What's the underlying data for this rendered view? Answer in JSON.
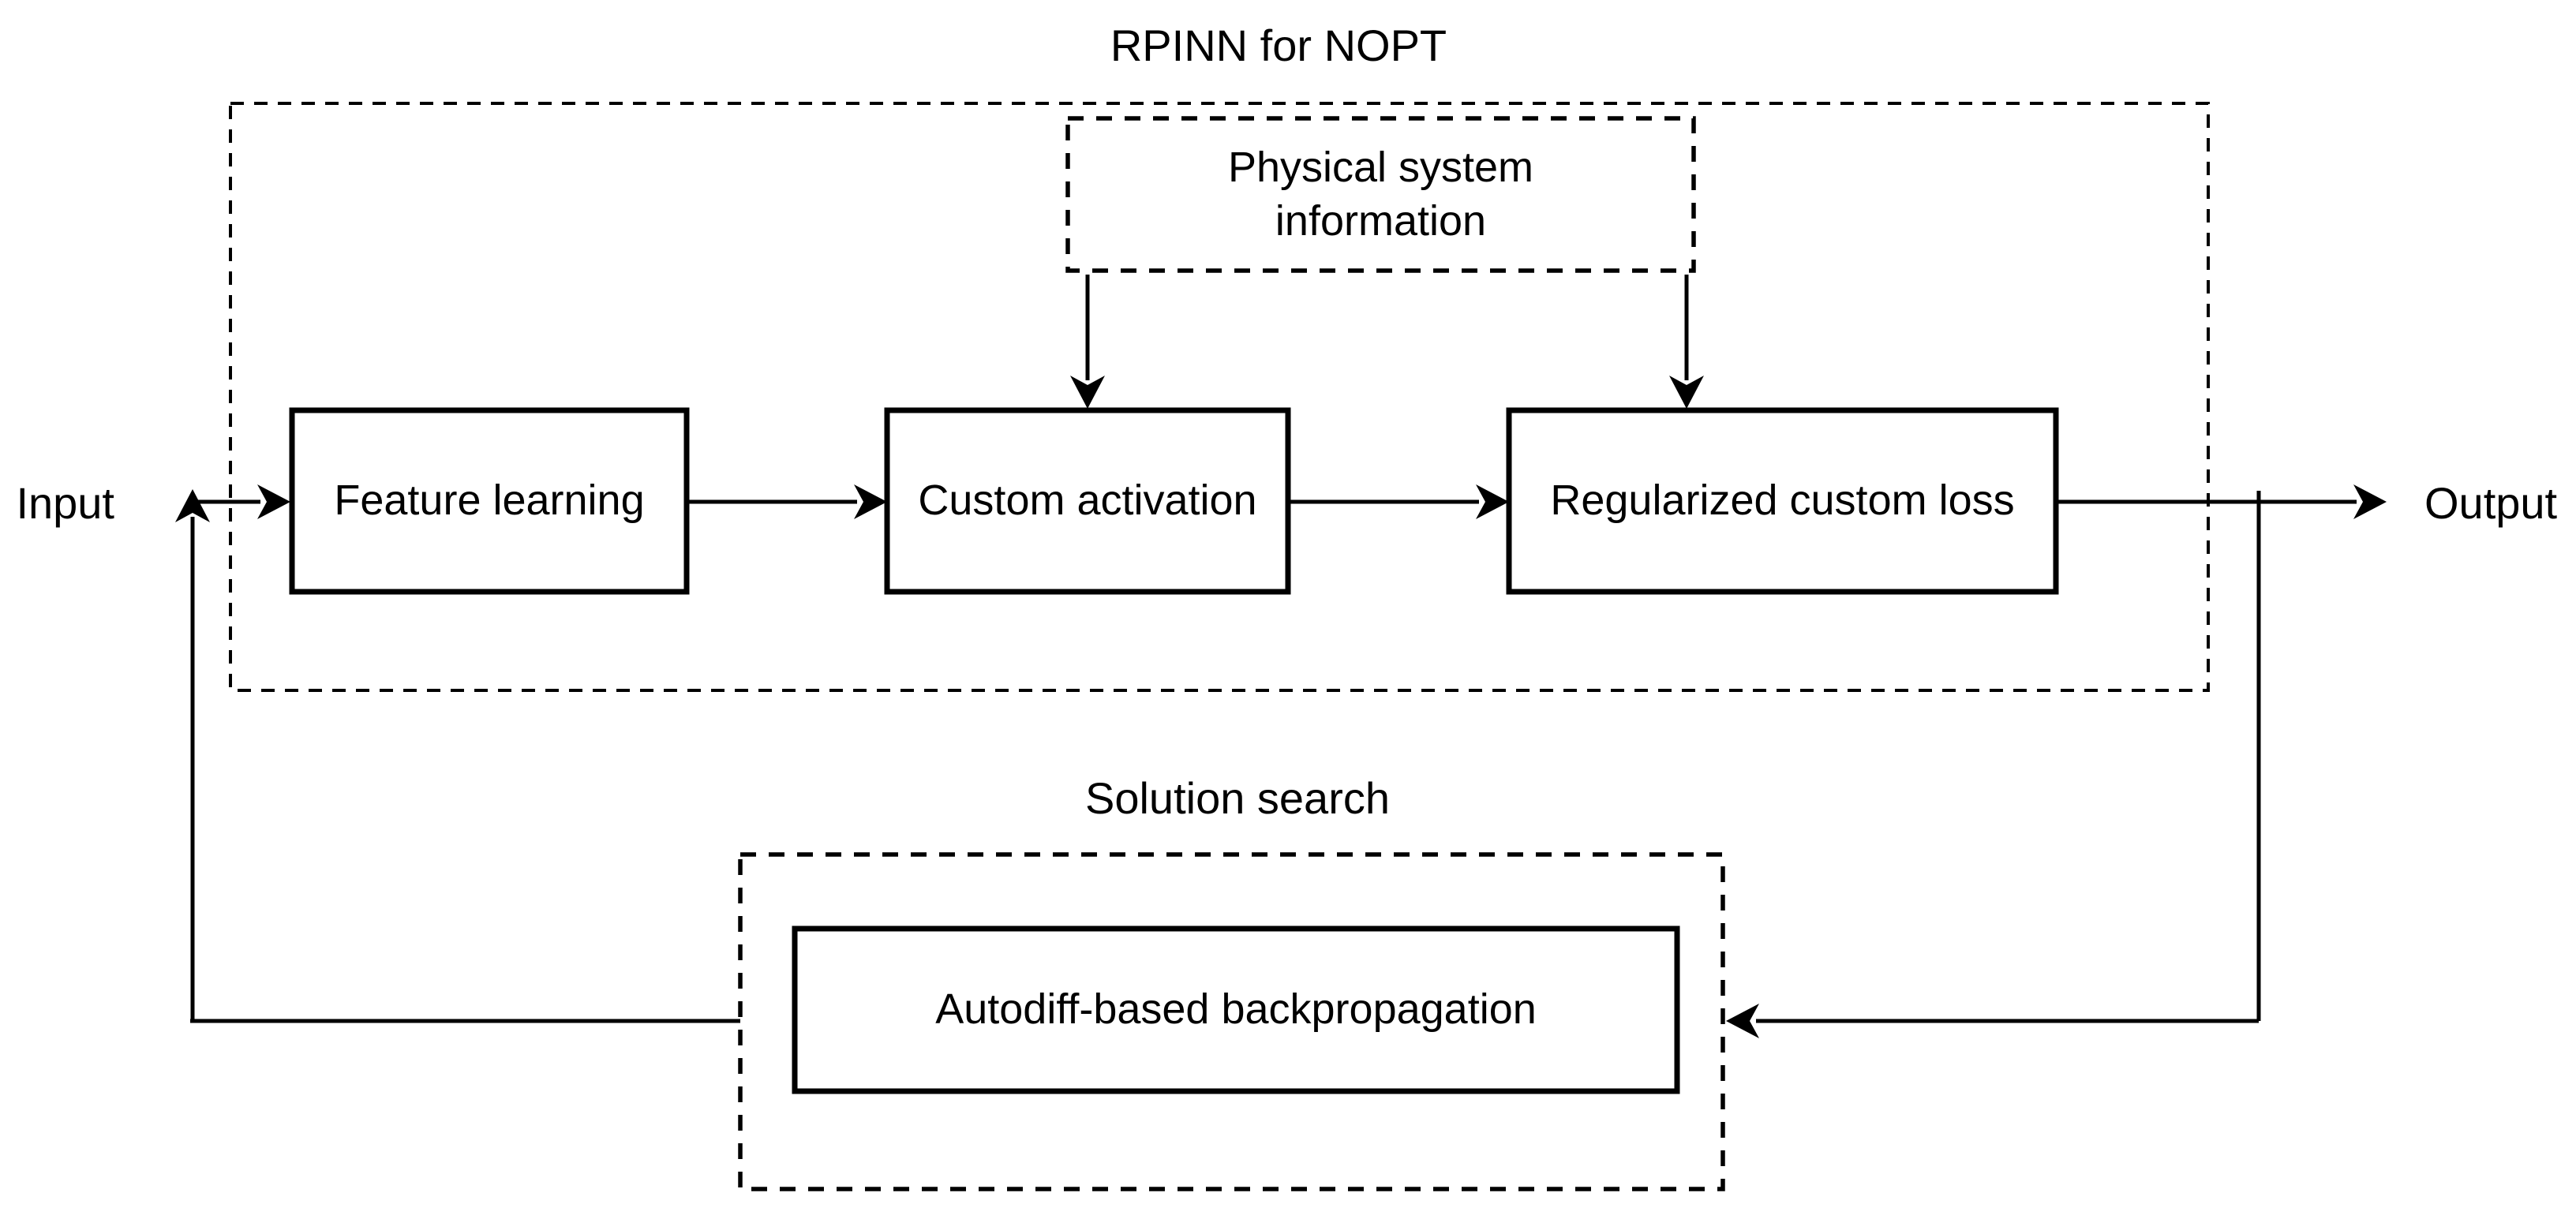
{
  "diagram": {
    "title": "RPINN for NOPT",
    "io": {
      "input": "Input",
      "output": "Output"
    },
    "groups": {
      "rpinn": {
        "label": "RPINN for NOPT",
        "border": "dashed"
      },
      "solution_search": {
        "label": "Solution search",
        "border": "dashed"
      }
    },
    "nodes": {
      "feature_learning": {
        "label": "Feature learning",
        "border": "solid"
      },
      "custom_activation": {
        "label": "Custom activation",
        "border": "solid"
      },
      "regularized_custom_loss": {
        "label": "Regularized custom loss",
        "border": "solid"
      },
      "physical_system_information": {
        "label": "Physical system\ninformation",
        "border": "dashed"
      },
      "autodiff_backpropagation": {
        "label": "Autodiff-based backpropagation",
        "border": "solid"
      }
    },
    "edges": [
      {
        "from": "Input",
        "to": "Feature learning"
      },
      {
        "from": "Feature learning",
        "to": "Custom activation"
      },
      {
        "from": "Custom activation",
        "to": "Regularized custom loss"
      },
      {
        "from": "Physical system information",
        "to": "Custom activation"
      },
      {
        "from": "Physical system information",
        "to": "Regularized custom loss"
      },
      {
        "from": "Regularized custom loss",
        "to": "Output"
      },
      {
        "from": "Regularized custom loss",
        "to": "Solution search"
      },
      {
        "from": "Solution search",
        "to": "Input"
      }
    ],
    "colors": {
      "line": "#000000",
      "background": "#ffffff"
    }
  }
}
